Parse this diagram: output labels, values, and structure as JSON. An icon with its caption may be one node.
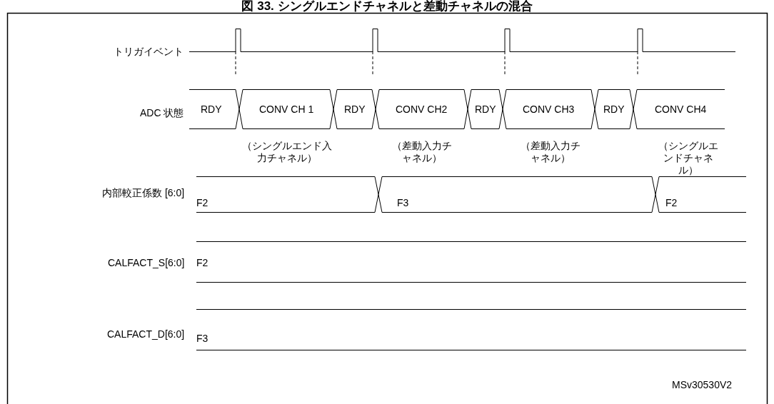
{
  "diagram": {
    "title": "図 33. シングルエンドチャネルと差動チャネルの混合",
    "labels": [
      "トリガイベント",
      "ADC 状態",
      "RDY",
      "CONV CH 1",
      "RDY",
      "CONV CH2",
      "RDY",
      "CONV CH3",
      "RDY",
      "CONV CH4",
      "（シングルエンド入力チャネル）",
      "（差動入力チャネル）",
      "（差動入力チャネル）",
      "（シングルエンドチャネル）",
      "内部較正係数 [6:0]",
      "F2",
      "F3",
      "F2",
      "CALFACT_S[6:0]",
      "F2",
      "CALFACT_D[6:0]",
      "F3",
      "MSv30530V2"
    ]
  }
}
